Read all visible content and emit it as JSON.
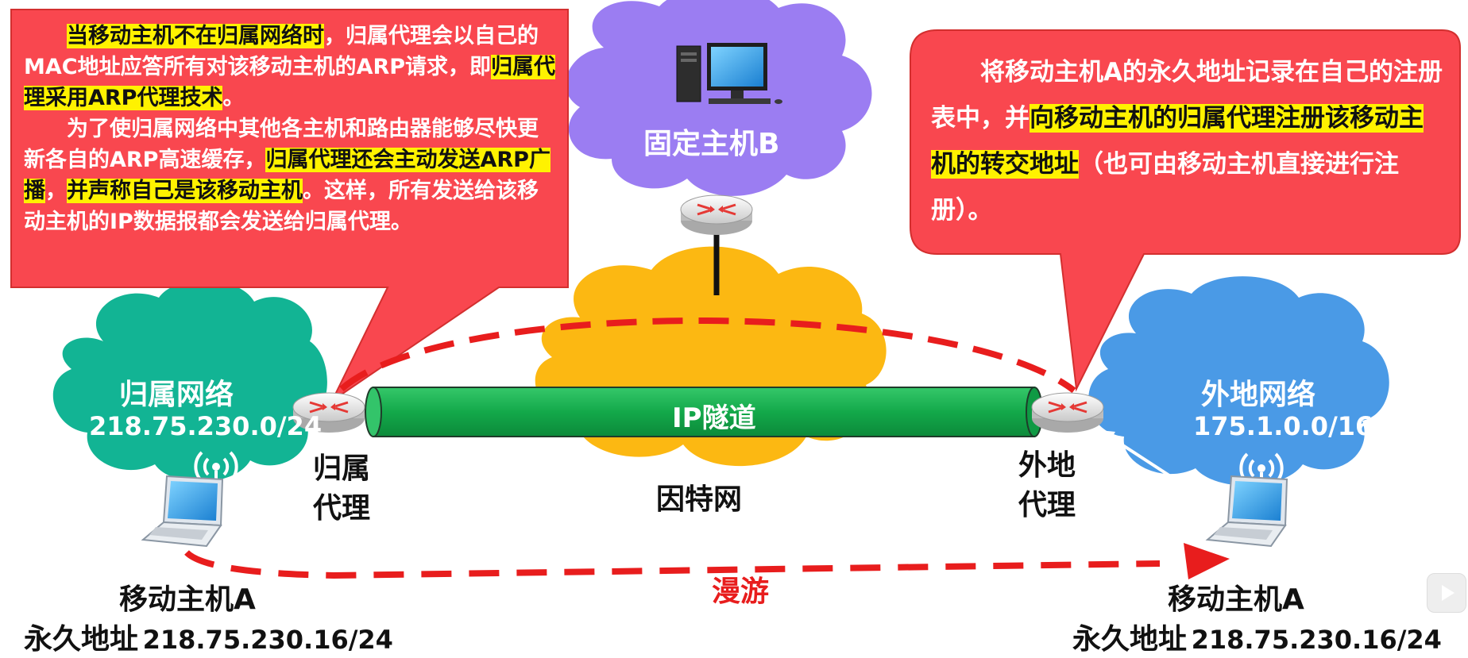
{
  "callout_left": {
    "p1": [
      "当移动主机不在归属网络时",
      "，归属代理会以自己的MAC地址应答所有对该移动主机的ARP请求，即",
      "归属代理采用ARP代理技术",
      "。"
    ],
    "p2": [
      "为了使归属网络中其他各主机和路由器能够尽快更新各自的ARP高速缓存，",
      "归属代理还会主动发送ARP广播",
      "，",
      "并声称自己是该移动主机",
      "。这样，所有发送给该移动主机的IP数据报都会发送给归属代理。"
    ]
  },
  "callout_right": {
    "p1": [
      "将移动主机A的永久地址记录在自己的注册表中，并",
      "向移动主机的归属代理注册该移动主机的转交地址",
      "（也可由移动主机直接进行注册）。"
    ]
  },
  "fixed_host": {
    "label": "固定主机B",
    "icon": "desktop-computer-icon"
  },
  "home_network": {
    "name": "归属网络",
    "subnet": "218.75.230.0/24"
  },
  "foreign_network": {
    "name": "外地网络",
    "subnet": "175.1.0.0/16"
  },
  "internet": {
    "label": "因特网"
  },
  "tunnel": {
    "label": "IP隧道"
  },
  "home_agent": {
    "label_line1": "归属",
    "label_line2": "代理"
  },
  "foreign_agent": {
    "label_line1": "外地",
    "label_line2": "代理"
  },
  "mobile_left": {
    "name": "移动主机A",
    "address_label": "永久地址",
    "address": "218.75.230.16/24"
  },
  "mobile_right": {
    "name": "移动主机A",
    "address_label": "永久地址",
    "address": "218.75.230.16/24"
  },
  "roaming": {
    "label": "漫游"
  },
  "colors": {
    "callout_red": "#f9474f",
    "highlight_yellow": "#fff200",
    "home_cloud": "#12b494",
    "foreign_cloud": "#4a9ae6",
    "internet_cloud": "#fcb812",
    "fixed_cloud": "#9b7df2",
    "tunnel_green": "#13a94a",
    "dash_red": "#e81d1d"
  }
}
